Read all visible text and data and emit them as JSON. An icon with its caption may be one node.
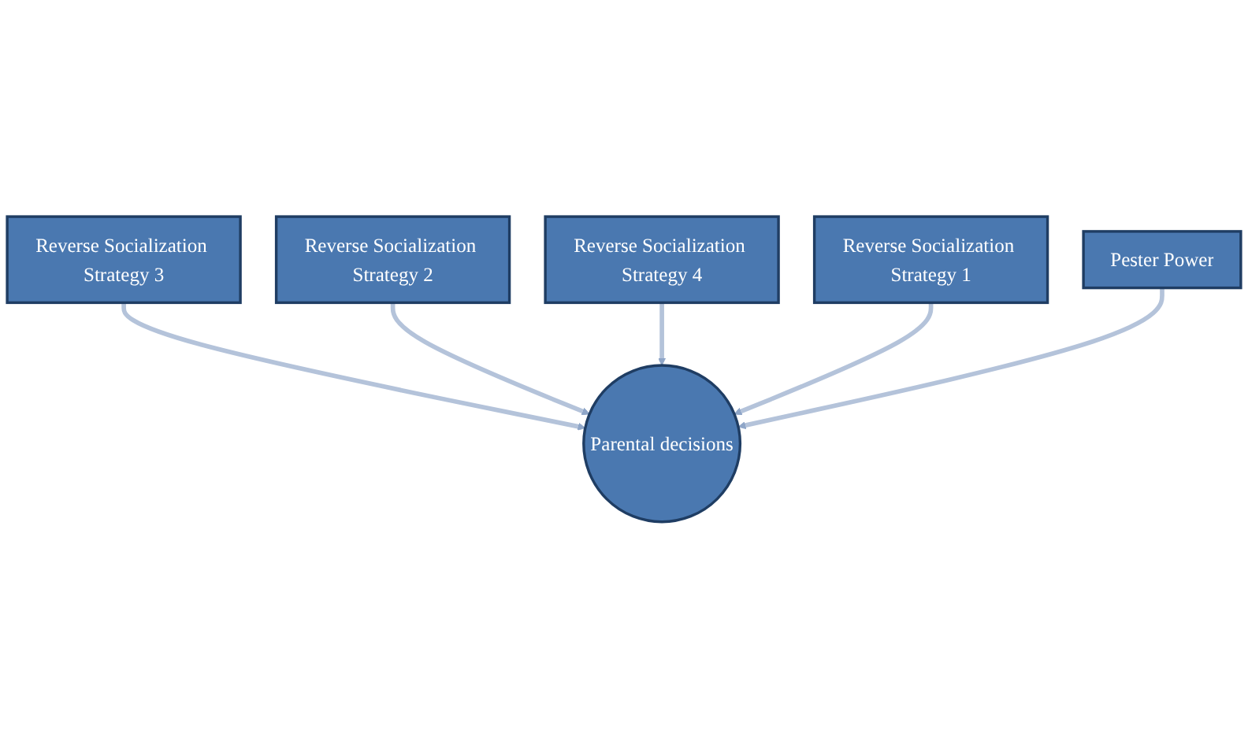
{
  "diagram": {
    "nodes": [
      {
        "text": [
          "Reverse Socialization Strategy 3"
        ]
      },
      {
        "text": [
          "Reverse Socialization Strategy 2"
        ]
      },
      {
        "text": [
          "Reverse Socialization Strategy 4"
        ]
      },
      {
        "text": [
          "Reverse Socialization Strategy 1"
        ]
      },
      {
        "text": [
          "Parental decisions"
        ]
      },
      {
        "text": [
          "Pester Power"
        ]
      }
    ],
    "edges": [
      {
        "from": 0,
        "to": 4,
        "arrow": "to"
      },
      {
        "from": 1,
        "to": 4,
        "arrow": "to"
      },
      {
        "from": 2,
        "to": 4,
        "arrow": "to"
      },
      {
        "from": 3,
        "to": 4,
        "arrow": "to"
      },
      {
        "from": 5,
        "to": 4,
        "arrow": "to"
      }
    ]
  }
}
